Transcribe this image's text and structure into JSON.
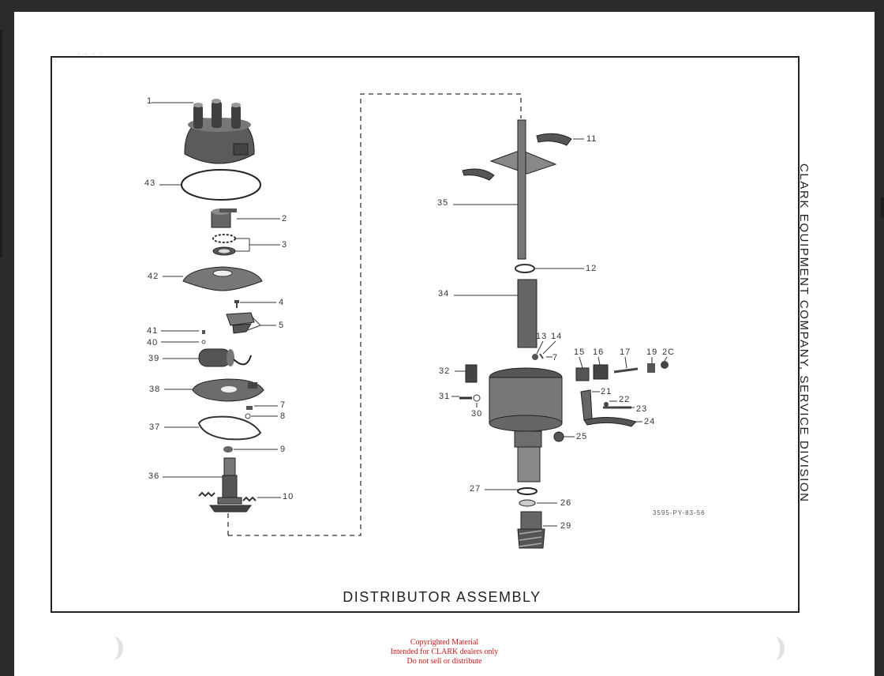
{
  "side_heading": "CLARK EQUIPMENT COMPANY, SERVICE DIVISION",
  "caption": "DISTRIBUTOR ASSEMBLY",
  "drawing_code": "3595-PY-83-56",
  "copyright": {
    "line1": "Copyrighted Material",
    "line2": "Intended for CLARK dealers only",
    "line3": "Do not sell or distribute"
  },
  "callouts": {
    "c1": "1",
    "c43": "43",
    "c2": "2",
    "c3": "3",
    "c42": "42",
    "c4": "4",
    "c5": "5",
    "c41": "41",
    "c40": "40",
    "c39": "39",
    "c38": "38",
    "c7a": "7",
    "c8": "8",
    "c37": "37",
    "c9": "9",
    "c36": "36",
    "c10": "10",
    "c11": "11",
    "c35": "35",
    "c12": "12",
    "c34": "34",
    "c13": "13",
    "c14": "14",
    "c7b": "7",
    "c15": "15",
    "c16": "16",
    "c17": "17",
    "c19": "19",
    "c20": "2C",
    "c32": "32",
    "c31": "31",
    "c30": "30",
    "c21": "21",
    "c22": "22",
    "c23": "23",
    "c24": "24",
    "c25": "25",
    "c27": "27",
    "c26": "26",
    "c29": "29"
  }
}
